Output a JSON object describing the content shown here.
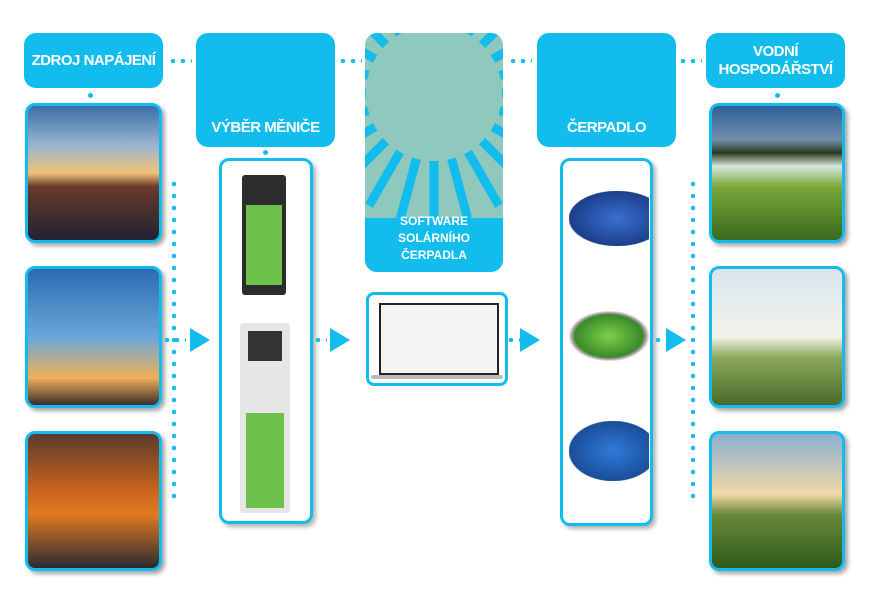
{
  "headers": {
    "power_source": "ZDROJ NAPÁJENÍ",
    "drive_selection": "VÝBĚR MĚNIČE",
    "software": "SOFTWARE SOLÁRNÍHO ČERPADLA",
    "pump": "ČERPADLO",
    "water_management": "VODNÍ HOSPODÁŘSTVÍ"
  },
  "colors": {
    "accent": "#12bdee",
    "sun_bg": "#8fc9bd",
    "drive_green": "#6cc24a"
  }
}
